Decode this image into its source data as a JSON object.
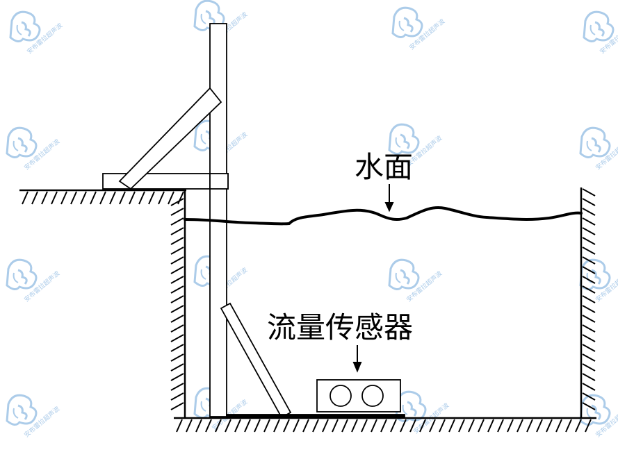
{
  "labels": {
    "water_surface": "水面",
    "flow_sensor": "流量传感器"
  },
  "watermark": {
    "text": "安布雷拉超声波",
    "color": "#9ec3e6"
  }
}
